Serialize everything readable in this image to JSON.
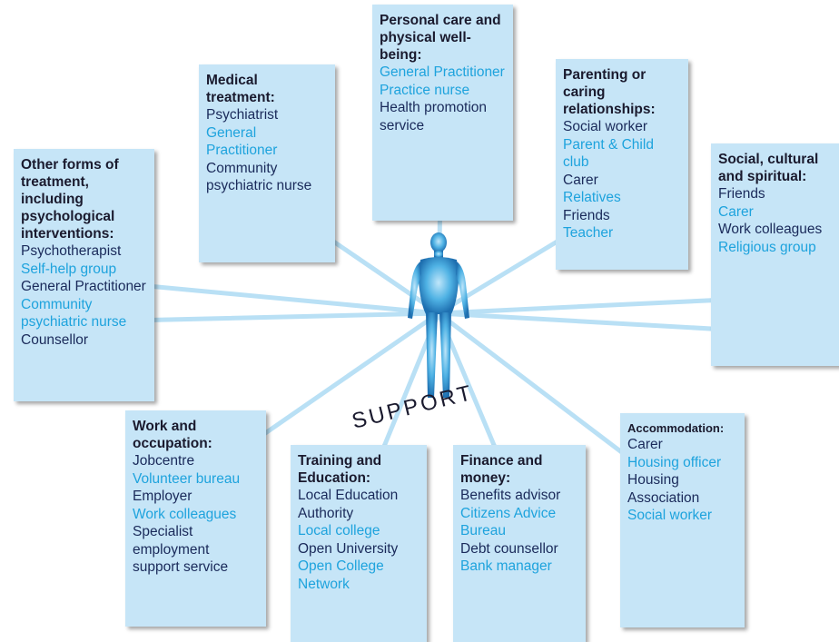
{
  "colors": {
    "box_bg": "#c6e5f7",
    "dark_text": "#1a2a5a",
    "light_text": "#1ea3dd",
    "ray": "#b9e0f5",
    "figure": "#3aa0d8"
  },
  "center_label": "SUPPORT",
  "icons": {
    "figure": "person-figure-icon"
  },
  "boxes": [
    {
      "id": "medical",
      "title": "Medical treatment:",
      "items": [
        {
          "text": "Psychiatrist",
          "tone": "dark"
        },
        {
          "text": "General Practitioner",
          "tone": "light"
        },
        {
          "text": "Community psychiatric nurse",
          "tone": "dark"
        }
      ]
    },
    {
      "id": "personal-care",
      "title": "Personal care and physical well-being:",
      "items": [
        {
          "text": "General Practitioner",
          "tone": "light"
        },
        {
          "text": "Practice nurse",
          "tone": "light"
        },
        {
          "text": "Health promotion service",
          "tone": "dark"
        }
      ]
    },
    {
      "id": "parenting",
      "title": "Parenting or caring relationships:",
      "items": [
        {
          "text": "Social worker",
          "tone": "dark"
        },
        {
          "text": "Parent & Child club",
          "tone": "light"
        },
        {
          "text": "Carer",
          "tone": "dark"
        },
        {
          "text": "Relatives",
          "tone": "light"
        },
        {
          "text": "Friends",
          "tone": "dark"
        },
        {
          "text": "Teacher",
          "tone": "light"
        }
      ]
    },
    {
      "id": "social",
      "title": "Social, cultural and spiritual:",
      "items": [
        {
          "text": "Friends",
          "tone": "dark"
        },
        {
          "text": "Carer",
          "tone": "light"
        },
        {
          "text": "Work colleagues",
          "tone": "dark"
        },
        {
          "text": "Religious group",
          "tone": "light"
        }
      ]
    },
    {
      "id": "other-forms",
      "title": "Other forms of treatment, including psychological interventions:",
      "items": [
        {
          "text": "Psychotherapist",
          "tone": "dark"
        },
        {
          "text": "Self-help group",
          "tone": "light"
        },
        {
          "text": "General Practitioner",
          "tone": "dark"
        },
        {
          "text": "Community psychiatric nurse",
          "tone": "light"
        },
        {
          "text": "Counsellor",
          "tone": "dark"
        }
      ]
    },
    {
      "id": "work",
      "title": "Work and occupation:",
      "items": [
        {
          "text": "Jobcentre",
          "tone": "dark"
        },
        {
          "text": "Volunteer bureau",
          "tone": "light"
        },
        {
          "text": "Employer",
          "tone": "dark"
        },
        {
          "text": "Work colleagues",
          "tone": "light"
        },
        {
          "text": "Specialist employment support service",
          "tone": "dark"
        }
      ]
    },
    {
      "id": "training",
      "title": "Training and Education:",
      "items": [
        {
          "text": "Local Education Authority",
          "tone": "dark"
        },
        {
          "text": "Local college",
          "tone": "light"
        },
        {
          "text": "Open University",
          "tone": "dark"
        },
        {
          "text": "Open College Network",
          "tone": "light"
        }
      ]
    },
    {
      "id": "finance",
      "title": "Finance and money:",
      "items": [
        {
          "text": "Benefits advisor",
          "tone": "dark"
        },
        {
          "text": "Citizens Advice Bureau",
          "tone": "light"
        },
        {
          "text": "Debt counsellor",
          "tone": "dark"
        },
        {
          "text": "Bank manager",
          "tone": "light"
        }
      ]
    },
    {
      "id": "accommodation",
      "title": "Accommodation:",
      "items": [
        {
          "text": "Carer",
          "tone": "dark"
        },
        {
          "text": "Housing officer",
          "tone": "light"
        },
        {
          "text": "Housing Association",
          "tone": "dark"
        },
        {
          "text": "Social worker",
          "tone": "light"
        }
      ]
    }
  ]
}
